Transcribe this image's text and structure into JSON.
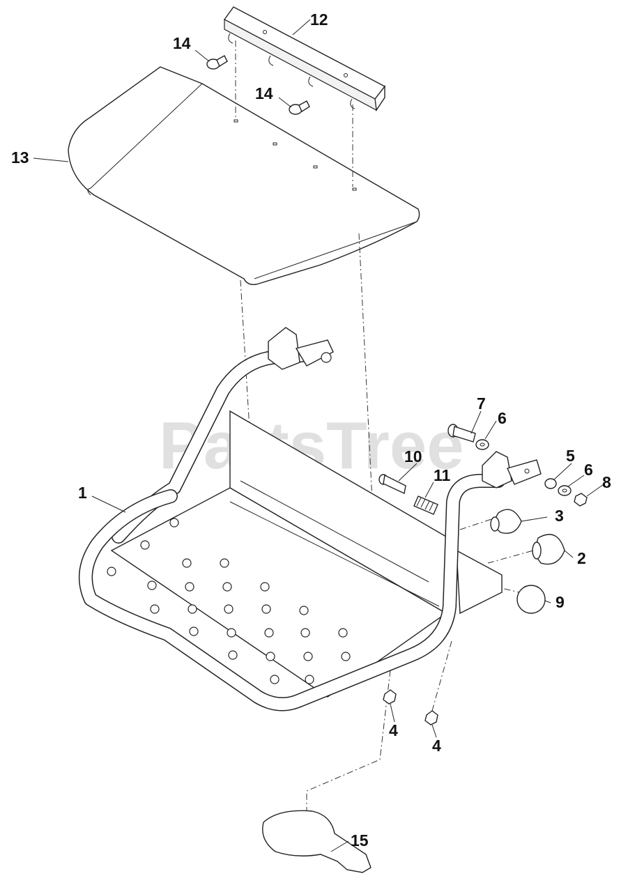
{
  "watermark": "PartsTree",
  "callouts": [
    {
      "id": "c12",
      "label": "12"
    },
    {
      "id": "c14a",
      "label": "14"
    },
    {
      "id": "c14b",
      "label": "14"
    },
    {
      "id": "c13",
      "label": "13"
    },
    {
      "id": "c7",
      "label": "7"
    },
    {
      "id": "c6a",
      "label": "6"
    },
    {
      "id": "c5",
      "label": "5"
    },
    {
      "id": "c6b",
      "label": "6"
    },
    {
      "id": "c8",
      "label": "8"
    },
    {
      "id": "c10",
      "label": "10"
    },
    {
      "id": "c11",
      "label": "11"
    },
    {
      "id": "c1",
      "label": "1"
    },
    {
      "id": "c3",
      "label": "3"
    },
    {
      "id": "c2",
      "label": "2"
    },
    {
      "id": "c9",
      "label": "9"
    },
    {
      "id": "c4a",
      "label": "4"
    },
    {
      "id": "c4b",
      "label": "4"
    },
    {
      "id": "c15",
      "label": "15"
    }
  ]
}
